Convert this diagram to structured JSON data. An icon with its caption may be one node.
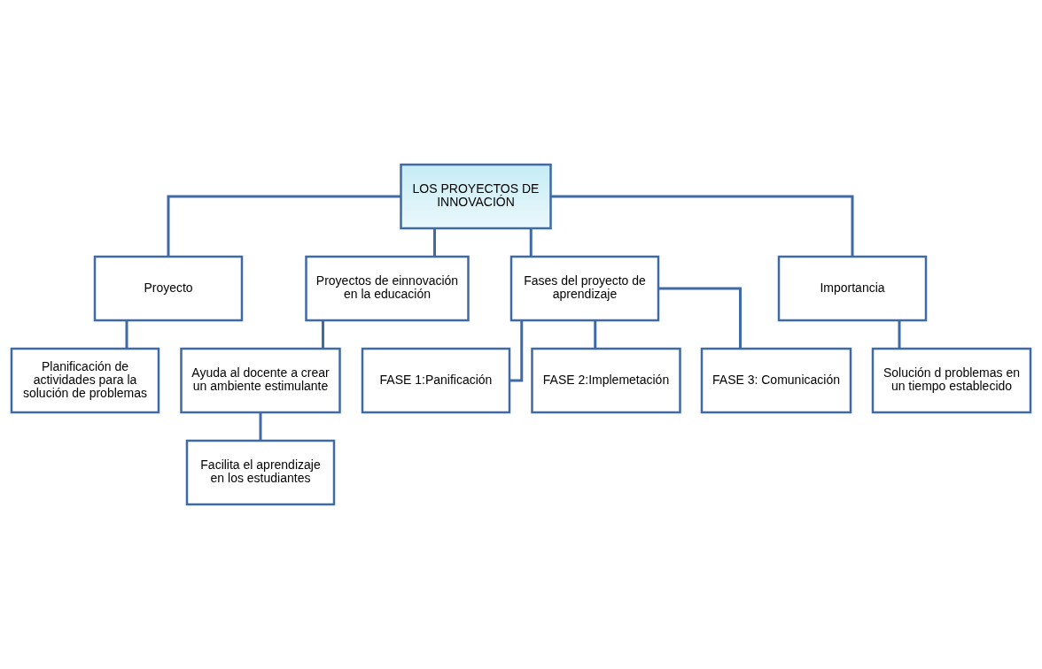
{
  "diagram": {
    "nodes": [
      {
        "text": [
          "LOS PROYECTOS DE INNOVACIÓN"
        ]
      },
      {
        "text": [
          "Proyecto"
        ]
      },
      {
        "text": [
          "Proyectos de einnovación en la educación"
        ]
      },
      {
        "text": [
          "Fases del proyecto de aprendizaje"
        ]
      },
      {
        "text": [
          "Importancia"
        ]
      },
      {
        "text": [
          "Planificación de actividades para la solución de problemas"
        ]
      },
      {
        "text": [
          "Ayuda al docente a crear un ambiente estimulante"
        ]
      },
      {
        "text": [
          "Facilita el aprendizaje en los estudiantes"
        ]
      },
      {
        "text": [
          "FASE 1:Panificación"
        ]
      },
      {
        "text": [
          "FASE 2:Implemetación"
        ]
      },
      {
        "text": [
          "FASE 3: Comunicación"
        ]
      },
      {
        "text": [
          "Solución d problemas en un tiempo establecido"
        ]
      }
    ],
    "edges": [
      {
        "from": 0,
        "to": 1,
        "arrow": "none"
      },
      {
        "from": 0,
        "to": 2,
        "arrow": "none"
      },
      {
        "from": 0,
        "to": 3,
        "arrow": "none"
      },
      {
        "from": 0,
        "to": 4,
        "arrow": "none"
      },
      {
        "from": 1,
        "to": 5,
        "arrow": "none"
      },
      {
        "from": 2,
        "to": 6,
        "arrow": "none"
      },
      {
        "from": 6,
        "to": 7,
        "arrow": "none"
      },
      {
        "from": 3,
        "to": 8,
        "arrow": "none"
      },
      {
        "from": 3,
        "to": 9,
        "arrow": "none"
      },
      {
        "from": 3,
        "to": 10,
        "arrow": "none"
      },
      {
        "from": 4,
        "to": 11,
        "arrow": "none"
      }
    ]
  }
}
